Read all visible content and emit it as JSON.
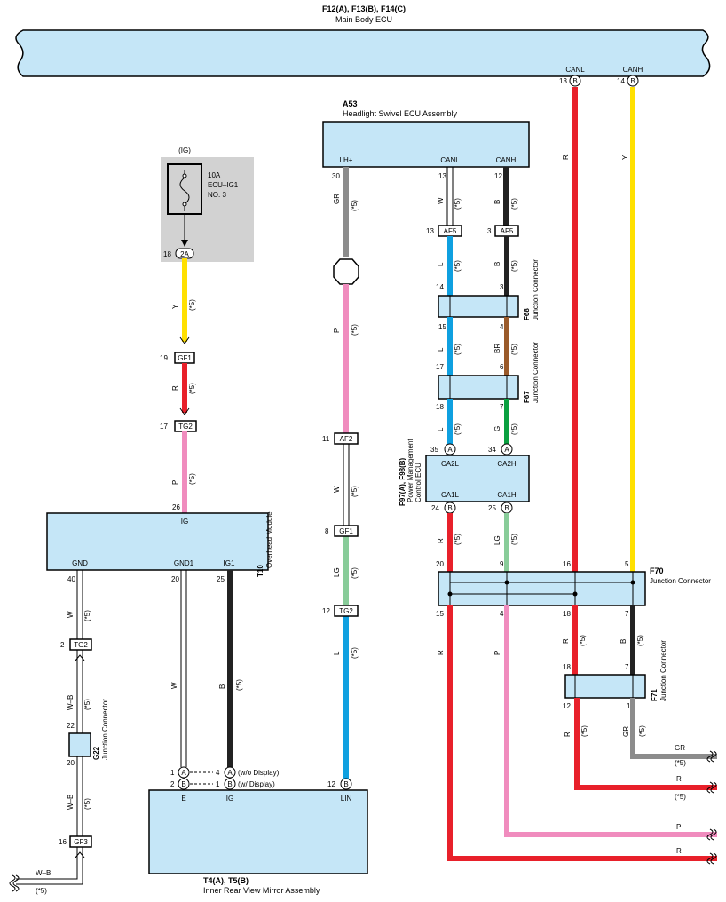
{
  "main_ecu": {
    "ref": "F12(A), F13(B), F14(C)",
    "name": "Main Body ECU",
    "pins": [
      {
        "num": "13",
        "conn": "B",
        "name": "CANL"
      },
      {
        "num": "14",
        "conn": "B",
        "name": "CANH"
      }
    ]
  },
  "headlight_ecu": {
    "ref": "A53",
    "name": "Headlight Swivel ECU Assembly",
    "pins": [
      "LH+",
      "CANL",
      "CANH"
    ],
    "pin_nums": [
      "30",
      "13",
      "12"
    ]
  },
  "fuse": {
    "source": "(IG)",
    "rating": "10A",
    "name_line1": "ECU–IG1",
    "name_line2": "NO. 3",
    "pin": "18",
    "conn": "2A"
  },
  "overhead": {
    "ref": "T10",
    "name": "Overhead Module",
    "top_pin": "IG",
    "top_num": "26",
    "bottom_pins": [
      "GND",
      "GND1",
      "IG1"
    ],
    "bottom_nums": [
      "40",
      "20",
      "25"
    ]
  },
  "pmc_ecu": {
    "ref": "F97(A), F98(B)",
    "name_line1": "Power Management",
    "name_line2": "Control ECU",
    "pins_top": [
      "CA2L",
      "CA2H"
    ],
    "pins_bottom": [
      "CA1L",
      "CA1H"
    ],
    "top_nums": [
      "35",
      "34"
    ],
    "top_conns": [
      "A",
      "A"
    ],
    "bottom_nums": [
      "24",
      "25"
    ],
    "bottom_conns": [
      "B",
      "B"
    ]
  },
  "junctions": {
    "F68": {
      "ref": "F68",
      "name": "Junction Connector",
      "nums": [
        "14",
        "3",
        "15",
        "4"
      ]
    },
    "F67": {
      "ref": "F67",
      "name": "Junction Connector",
      "nums": [
        "17",
        "6",
        "18",
        "7"
      ]
    },
    "F70": {
      "ref": "F70",
      "name": "Junction Connector",
      "top_nums": [
        "20",
        "9",
        "16",
        "5"
      ],
      "bottom_nums": [
        "15",
        "4",
        "18",
        "7"
      ]
    },
    "F71": {
      "ref": "F71",
      "name": "Junction Connector",
      "top_nums": [
        "18",
        "7"
      ],
      "bottom_nums": [
        "12",
        "1"
      ]
    },
    "G22": {
      "ref": "G22",
      "name": "Junction Connector",
      "nums": [
        "22",
        "20"
      ]
    }
  },
  "connectors": {
    "af5_l": {
      "num": "13",
      "code": "AF5"
    },
    "af5_r": {
      "num": "3",
      "code": "AF5"
    },
    "gf1_a": {
      "num": "19",
      "code": "GF1"
    },
    "tg2_a": {
      "num": "17",
      "code": "TG2"
    },
    "af2": {
      "num": "11",
      "code": "AF2"
    },
    "gf1_b": {
      "num": "8",
      "code": "GF1"
    },
    "tg2_b": {
      "num": "12",
      "code": "TG2"
    },
    "tg2_c": {
      "num": "2",
      "code": "TG2"
    },
    "gf3": {
      "num": "16",
      "code": "GF3"
    }
  },
  "mirror": {
    "ref": "T4(A), T5(B)",
    "name": "Inner Rear View Mirror Assembly",
    "pins": [
      "E",
      "IG",
      "LIN"
    ],
    "row_a": {
      "num_left": "1",
      "conn_left": "A",
      "num_right": "4",
      "conn_right": "A",
      "note": "(w/o Display)"
    },
    "row_b": {
      "num_left": "2",
      "conn_left": "B",
      "num_right": "1",
      "conn_right": "B",
      "note": "(w/ Display)"
    },
    "lin_num": "12",
    "lin_conn": "B"
  },
  "wires": {
    "canl_r": "R",
    "canh_y": "Y",
    "hl_gr": "GR",
    "hl_p": "P",
    "hl_w": "W",
    "hl_lg": "LG",
    "hl_l": "L",
    "canl_w": "W",
    "canh_b": "B",
    "l1": "L",
    "b1": "B",
    "l2": "L",
    "br": "BR",
    "l3": "L",
    "g": "G",
    "fuse_y": "Y",
    "fuse_r": "R",
    "fuse_p": "P",
    "gnd_w": "W",
    "gnd_wb1": "W–B",
    "gnd_wb2": "W–B",
    "gnd1_w": "W",
    "ig1_b": "B",
    "pm_r": "R",
    "pm_lg": "LG",
    "out_r": "R",
    "out_p": "P",
    "f70_r": "R",
    "f70_b": "B",
    "f71_r": "R",
    "f71_gr": "GR",
    "right_gr": "GR",
    "right_r": "R",
    "right_p": "P",
    "right_r2": "R",
    "bl_wb": "W–B"
  },
  "note": "(*5)",
  "colors": {
    "box": "#c5e6f7",
    "red": "#e8202a",
    "yellow": "#ffe000",
    "pink": "#f08cbe",
    "gray": "#8c8c8c",
    "blue": "#0fa0e0",
    "green": "#0aa040",
    "brown": "#9a5a2a",
    "lightgreen": "#88cc99",
    "black": "#222222",
    "fuse_bg": "#d2d2d2"
  }
}
